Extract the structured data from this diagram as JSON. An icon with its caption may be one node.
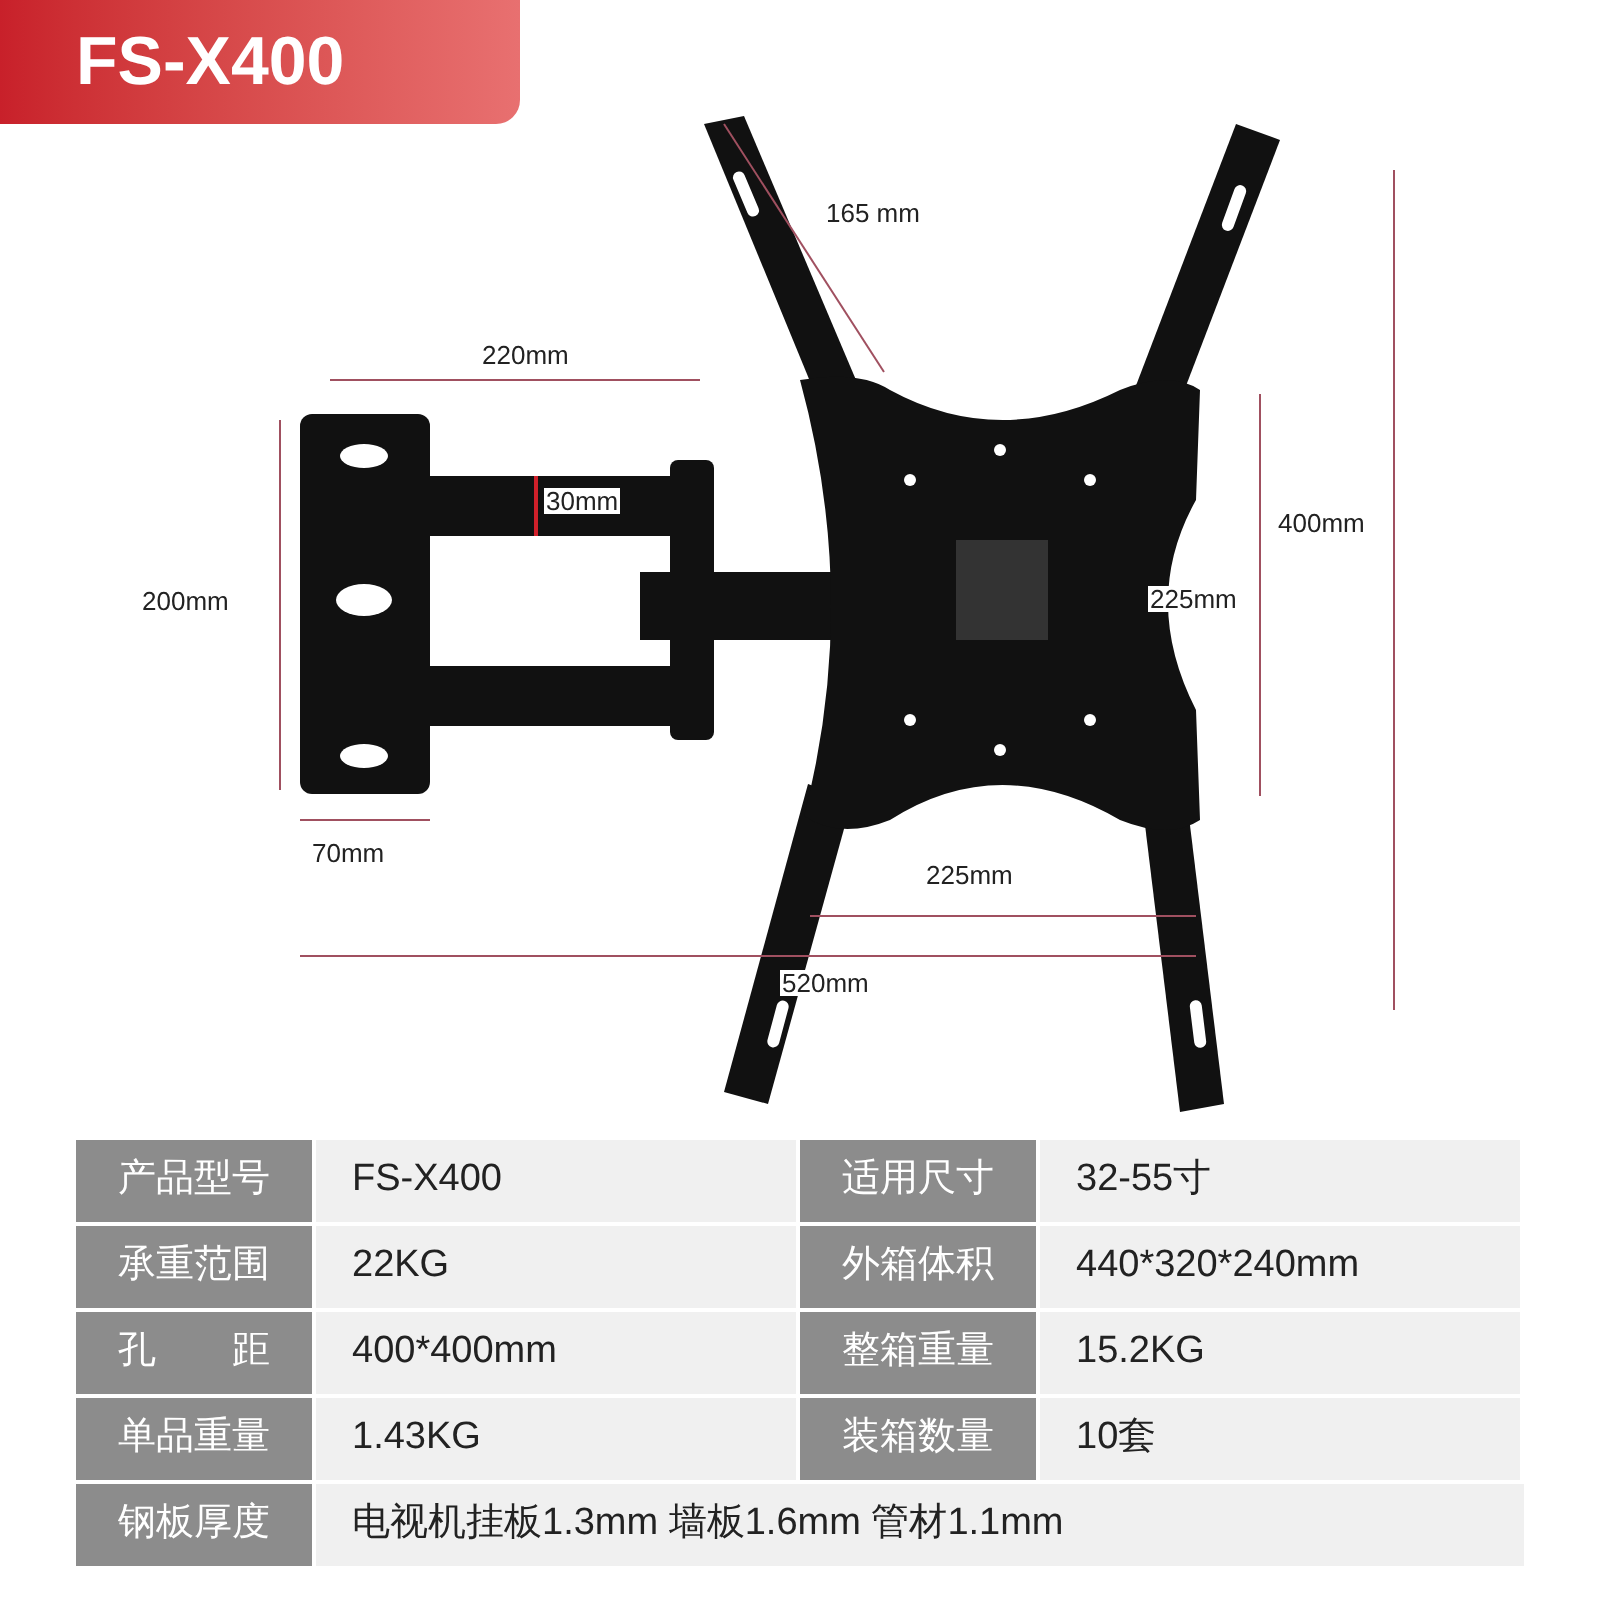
{
  "diagram": {
    "title": "FS-X400",
    "labels": [
      "165 mm",
      "220mm",
      "30mm",
      "200mm",
      "400mm",
      "225mm",
      "70mm",
      "225mm",
      "520mm",
      "产品型号",
      "FS-X400",
      "适用尺寸",
      "32-55寸",
      "承重范围",
      "22KG",
      "外箱体积",
      "440*320*240mm",
      "孔　　距",
      "400*400mm",
      "整箱重量",
      "15.2KG",
      "单品重量",
      "1.43KG",
      "装箱数量",
      "10套",
      "钢板厚度",
      "电视机挂板1.3mm 墙板1.6mm 管材1.1mm"
    ]
  }
}
